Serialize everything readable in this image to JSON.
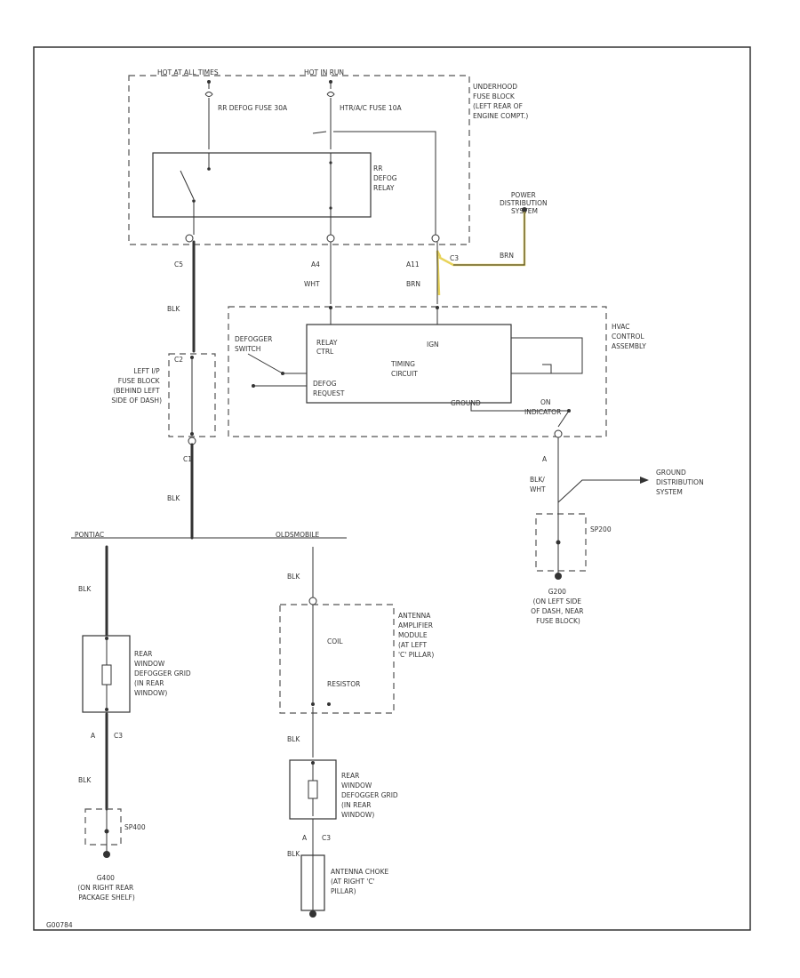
{
  "labels": {
    "hot_run_timer": "HOT AT ALL TIMES",
    "hot_run": "HOT IN RUN",
    "rr_defog_fuse": "RR DEFOG FUSE 30A",
    "hvac_fuse": "HTR/A/C FUSE 10A",
    "underhood_fuse": "UNDERHOOD FUSE BLOCK (LEFT REAR OF ENGINE COMPT.)",
    "rr_defog_relay": "RR DEFOG RELAY",
    "power_distribution": "POWER DISTRIBUTION SYSTEM",
    "conn_c5": "C5",
    "conn_a4": "A4",
    "conn_a11": "A11",
    "conn_c3_top": "C3",
    "wire_blk_1": "BLK",
    "wire_wht": "WHT",
    "wire_brn_1": "BRN",
    "wire_brn_2": "BRN",
    "hvac_control": "HVAC CONTROL ASSEMBLY",
    "defogger_switch": "DEFOGGER SWITCH",
    "relay_ctrl": "RELAY CTRL",
    "ign": "IGN",
    "timing_circuit": "TIMING CIRCUIT",
    "defog_request": "DEFOG REQUEST",
    "ground_pin": "GROUND",
    "on_indicator": "ON INDICATOR",
    "left_ip_fuse": "LEFT I/P FUSE BLOCK (BEHIND LEFT SIDE OF DASH)",
    "conn_c2": "C2",
    "conn_c1": "C1",
    "wire_blk_2": "BLK",
    "wire_blk_wht": "BLK/ WHT",
    "conn_a_c2": "A",
    "ground_distribution": "GROUND DISTRIBUTION SYSTEM",
    "sp200": "SP200",
    "g200": "G200 (ON LEFT SIDE OF DASH, NEAR FUSE BLOCK)",
    "pontiac": "PONTIAC",
    "oldsmobile": "OLDSMOBILE",
    "wire_blk_p": "BLK",
    "rear_defogger_grid_1": "REAR WINDOW DEFOGGER GRID (IN REAR WINDOW)",
    "conn_a_c3": "A",
    "conn_c3": "C3",
    "wire_blk_p2": "BLK",
    "sp400": "SP400",
    "g400": "G400 (ON RIGHT REAR PACKAGE SHELF)",
    "wire_blk_o": "BLK",
    "antenna_amp": "ANTENNA AMPLIFIER MODULE (AT LEFT 'C' PILLAR)",
    "coil": "COIL",
    "resistor": "RESISTOR",
    "wire_blk_o2": "BLK",
    "rear_defogger_grid_2": "REAR WINDOW DEFOGGER GRID (IN REAR WINDOW)",
    "conn_a_c3_2": "A",
    "conn_c3_2": "C3",
    "wire_blk_o3": "BLK",
    "antenna_choke": "ANTENNA CHOKE (AT RIGHT 'C' PILLAR)",
    "figure_id": "G00784"
  }
}
